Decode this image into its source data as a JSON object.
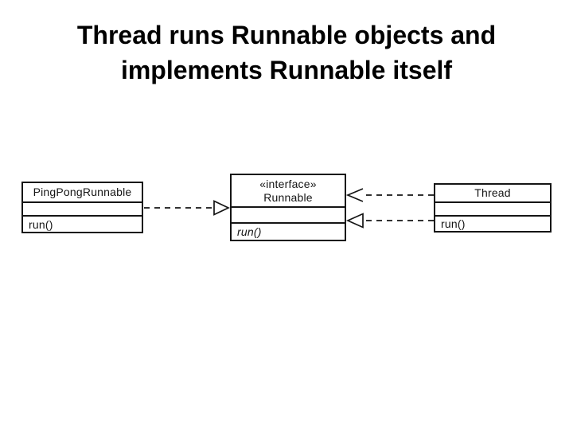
{
  "slide": {
    "background": "#ffffff",
    "text_color": "#000000",
    "line_color": "#151515",
    "title": {
      "line1": "Thread runs Runnable objects and",
      "line2": "implements Runnable itself"
    }
  },
  "diagram": {
    "type": "uml-class-diagram",
    "classes": [
      {
        "name": "PingPongRunnable",
        "stereotype": "",
        "attributes": "",
        "methods": [
          "run()"
        ]
      },
      {
        "name": "Runnable",
        "stereotype": "«interface»",
        "attributes": "",
        "methods": [
          "run()"
        ],
        "method_style": "italic"
      },
      {
        "name": "Thread",
        "stereotype": "",
        "attributes": "",
        "methods": [
          "run()"
        ]
      }
    ],
    "connectors": [
      {
        "type": "realization",
        "from": "PingPongRunnable",
        "to": "Runnable",
        "line": "dashed",
        "arrowhead": "hollow-triangle"
      },
      {
        "type": "dependency",
        "from": "Thread",
        "to": "Runnable",
        "line": "dashed",
        "arrowhead": "open"
      },
      {
        "type": "realization",
        "from": "Thread",
        "to": "Runnable",
        "line": "dashed",
        "arrowhead": "hollow-triangle"
      }
    ]
  }
}
